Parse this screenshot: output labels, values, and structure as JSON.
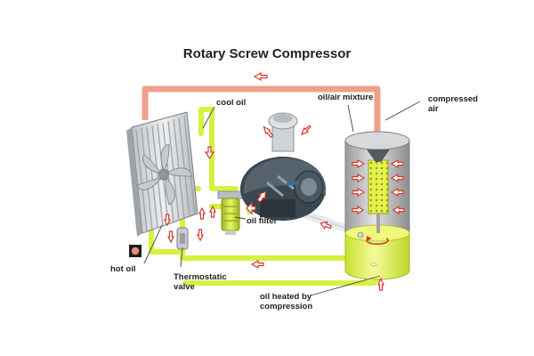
{
  "title": "Rotary Screw Compressor",
  "labels": {
    "cool_oil": "cool oil",
    "oil_air_mixture": "oil/air mixture",
    "compressed_air_line1": "compressed",
    "compressed_air_line2": "air",
    "oil_filter": "oil filter",
    "hot_oil": "hot oil",
    "thermostatic_valve_line1": "Thermostatic",
    "thermostatic_valve_line2": "valve",
    "oil_heated_line1": "oil heated by",
    "oil_heated_line2": "compression"
  },
  "colors": {
    "air_pipe": "#f0a08a",
    "oil_pipe": "#d8f040",
    "flow_arrow": "#d23b2b",
    "separator_oil": "#e6f26a",
    "tank_body": "#c9c9c9",
    "compressor_body": "#3a4650"
  }
}
